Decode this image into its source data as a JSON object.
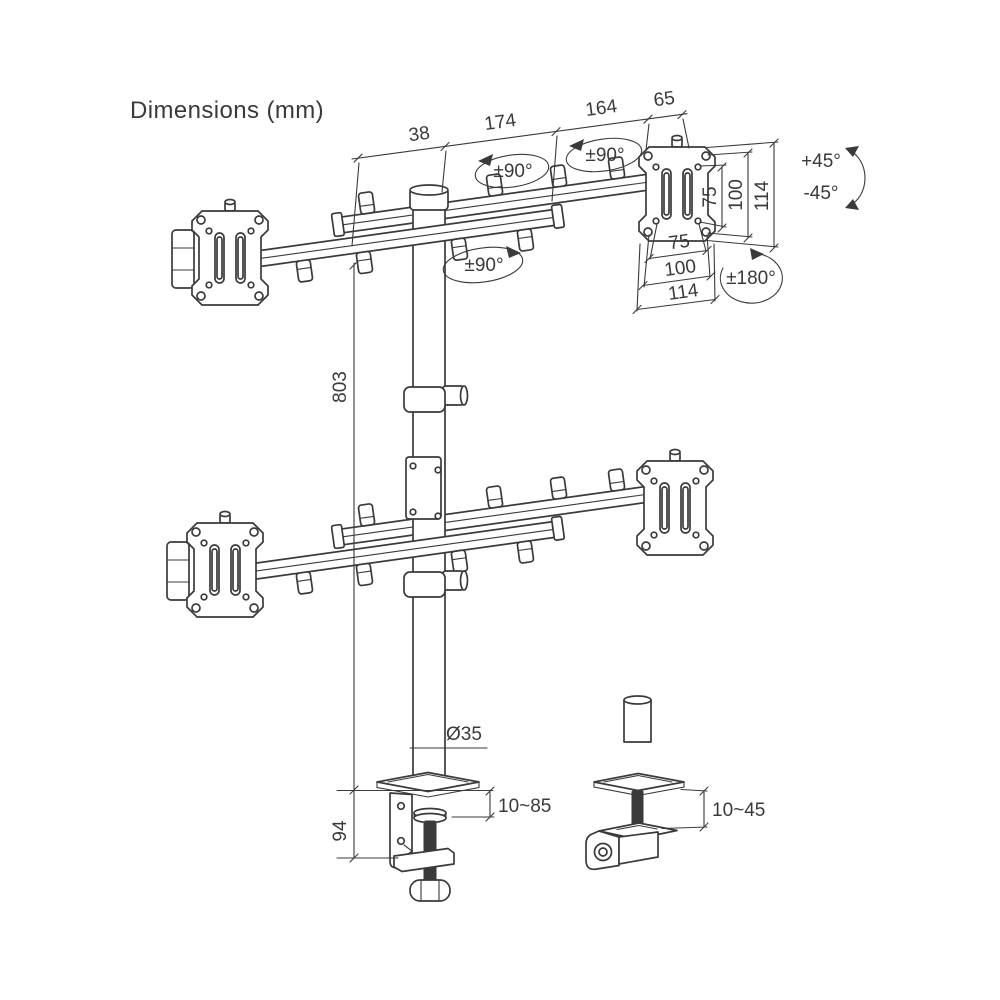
{
  "title": "Dimensions (mm)",
  "colors": {
    "line": "#3a3a3a",
    "background": "#ffffff"
  },
  "drawing": {
    "top_chain": [
      "38",
      "174",
      "164",
      "65"
    ],
    "vesa_vertical": [
      "75",
      "100",
      "114"
    ],
    "vesa_horizontal": [
      "75",
      "100",
      "114"
    ],
    "pole_height": "803",
    "pole_diameter": "Ø35",
    "desk_clamp_range": "10~85",
    "clamp_height": "94",
    "grommet_range": "10~45",
    "tilt_up": "+45°",
    "tilt_down": "-45°",
    "swivel": "±180°",
    "rotate": "±90°"
  }
}
